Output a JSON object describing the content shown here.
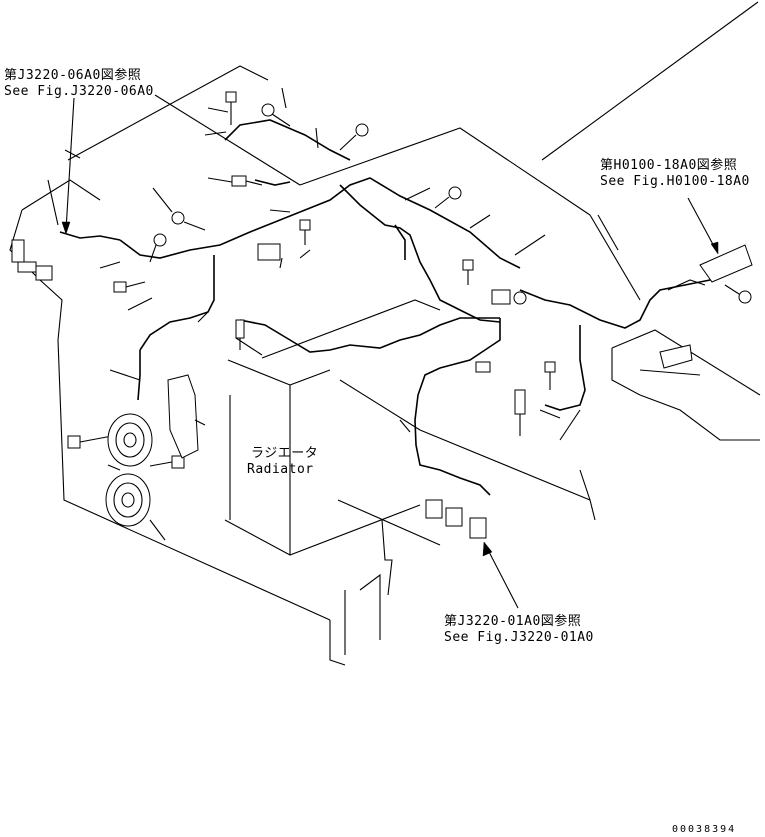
{
  "refs": {
    "top_left": {
      "jp": "第J3220-06A0図参照",
      "en": "See Fig.J3220-06A0"
    },
    "top_right": {
      "jp": "第H0100-18A0図参照",
      "en": "See Fig.H0100-18A0"
    },
    "bottom": {
      "jp": "第J3220-01A0図参照",
      "en": "See Fig.J3220-01A0"
    }
  },
  "radiator": {
    "jp": "ラジエータ",
    "en": "Radiator"
  },
  "drawing_number": "00038394"
}
